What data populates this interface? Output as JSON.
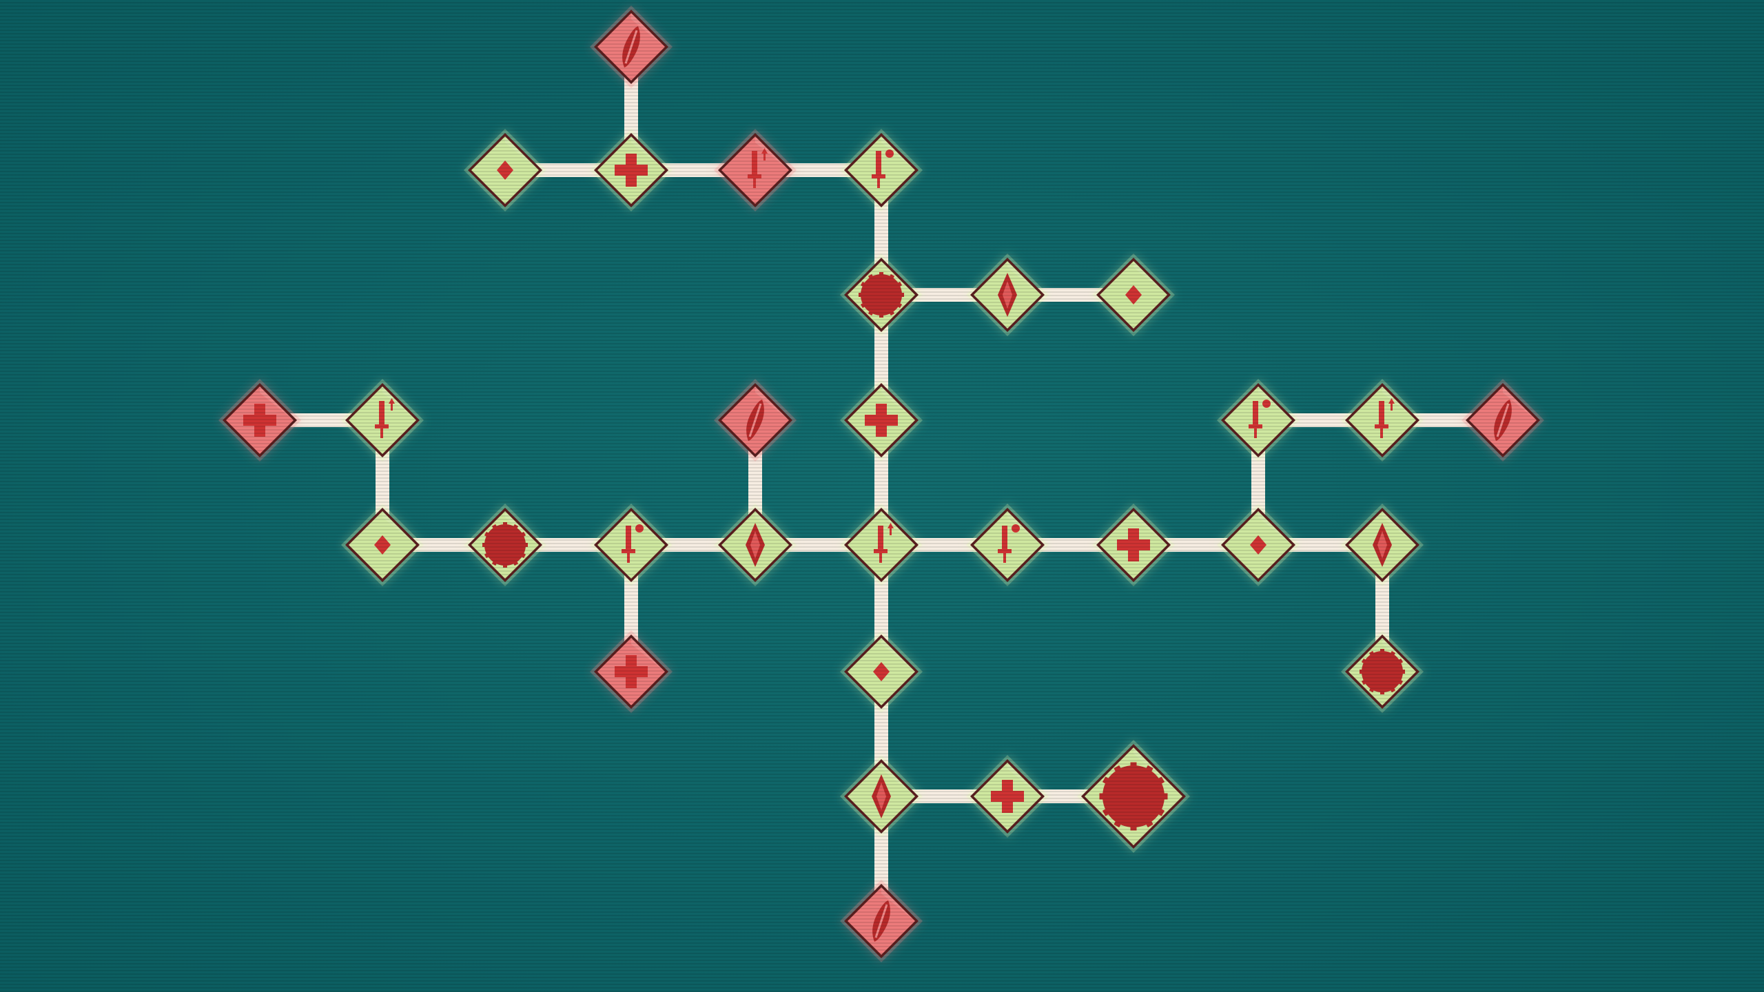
{
  "screen": {
    "title": "",
    "background_color": "#0f6669"
  },
  "colors": {
    "unlocked_fill": "#cfe8a0",
    "locked_fill": "#ec7b7b",
    "glyph": "#cf3333",
    "glyph_dark": "#b82a2a",
    "node_border": "#5a1f1f",
    "connector": "#f6ede2",
    "connector_glow": "#ff9b9b"
  },
  "skill_tree": {
    "nodes": [
      {
        "id": "n01",
        "icon": "leaf-icon",
        "state": "locked"
      },
      {
        "id": "n02",
        "icon": "small-diamond-icon",
        "state": "unlocked"
      },
      {
        "id": "n03",
        "icon": "cross-icon",
        "state": "unlocked"
      },
      {
        "id": "n04",
        "icon": "sword-up-icon",
        "state": "locked"
      },
      {
        "id": "n05",
        "icon": "sword-dot-icon",
        "state": "unlocked"
      },
      {
        "id": "n06",
        "icon": "gear-blob-icon",
        "state": "unlocked"
      },
      {
        "id": "n07",
        "icon": "eye-gem-icon",
        "state": "unlocked"
      },
      {
        "id": "n08",
        "icon": "small-diamond-icon",
        "state": "unlocked"
      },
      {
        "id": "n09",
        "icon": "cross-icon",
        "state": "locked"
      },
      {
        "id": "n10",
        "icon": "sword-up-icon",
        "state": "unlocked"
      },
      {
        "id": "n11",
        "icon": "leaf-icon",
        "state": "locked"
      },
      {
        "id": "n12",
        "icon": "cross-icon",
        "state": "unlocked"
      },
      {
        "id": "n13",
        "icon": "sword-dot-icon",
        "state": "unlocked"
      },
      {
        "id": "n14",
        "icon": "sword-up-icon",
        "state": "unlocked"
      },
      {
        "id": "n15",
        "icon": "leaf-icon",
        "state": "locked"
      },
      {
        "id": "n16",
        "icon": "small-diamond-icon",
        "state": "unlocked"
      },
      {
        "id": "n17",
        "icon": "gear-blob-icon",
        "state": "unlocked"
      },
      {
        "id": "n18",
        "icon": "sword-dot-icon",
        "state": "unlocked"
      },
      {
        "id": "n19",
        "icon": "eye-gem-icon",
        "state": "unlocked"
      },
      {
        "id": "n20",
        "icon": "sword-up-icon",
        "state": "unlocked"
      },
      {
        "id": "n21",
        "icon": "sword-dot-icon",
        "state": "unlocked"
      },
      {
        "id": "n22",
        "icon": "cross-icon",
        "state": "unlocked"
      },
      {
        "id": "n23",
        "icon": "small-diamond-icon",
        "state": "unlocked"
      },
      {
        "id": "n24",
        "icon": "eye-gem-icon",
        "state": "unlocked"
      },
      {
        "id": "n25",
        "icon": "cross-icon",
        "state": "locked"
      },
      {
        "id": "n26",
        "icon": "gear-blob-icon",
        "state": "unlocked"
      },
      {
        "id": "n27",
        "icon": "small-diamond-icon",
        "state": "unlocked"
      },
      {
        "id": "n28",
        "icon": "eye-gem-icon",
        "state": "unlocked"
      },
      {
        "id": "n29",
        "icon": "cross-icon",
        "state": "unlocked"
      },
      {
        "id": "n30",
        "icon": "gear-blob-icon",
        "state": "unlocked",
        "size": "large"
      },
      {
        "id": "n31",
        "icon": "leaf-icon",
        "state": "locked"
      }
    ],
    "links": [
      [
        "n01",
        "n03"
      ],
      [
        "n02",
        "n03"
      ],
      [
        "n03",
        "n04"
      ],
      [
        "n04",
        "n05"
      ],
      [
        "n05",
        "n06"
      ],
      [
        "n06",
        "n07"
      ],
      [
        "n07",
        "n08"
      ],
      [
        "n06",
        "n12"
      ],
      [
        "n09",
        "n10"
      ],
      [
        "n10",
        "n16"
      ],
      [
        "n16",
        "n17"
      ],
      [
        "n17",
        "n18"
      ],
      [
        "n18",
        "n19"
      ],
      [
        "n19",
        "n20"
      ],
      [
        "n11",
        "n19"
      ],
      [
        "n18",
        "n25"
      ],
      [
        "n12",
        "n20"
      ],
      [
        "n20",
        "n21"
      ],
      [
        "n21",
        "n22"
      ],
      [
        "n22",
        "n23"
      ],
      [
        "n23",
        "n24"
      ],
      [
        "n13",
        "n23"
      ],
      [
        "n13",
        "n14"
      ],
      [
        "n14",
        "n15"
      ],
      [
        "n24",
        "n26"
      ],
      [
        "n20",
        "n27"
      ],
      [
        "n27",
        "n28"
      ],
      [
        "n28",
        "n29"
      ],
      [
        "n29",
        "n30"
      ],
      [
        "n28",
        "n31"
      ]
    ]
  }
}
